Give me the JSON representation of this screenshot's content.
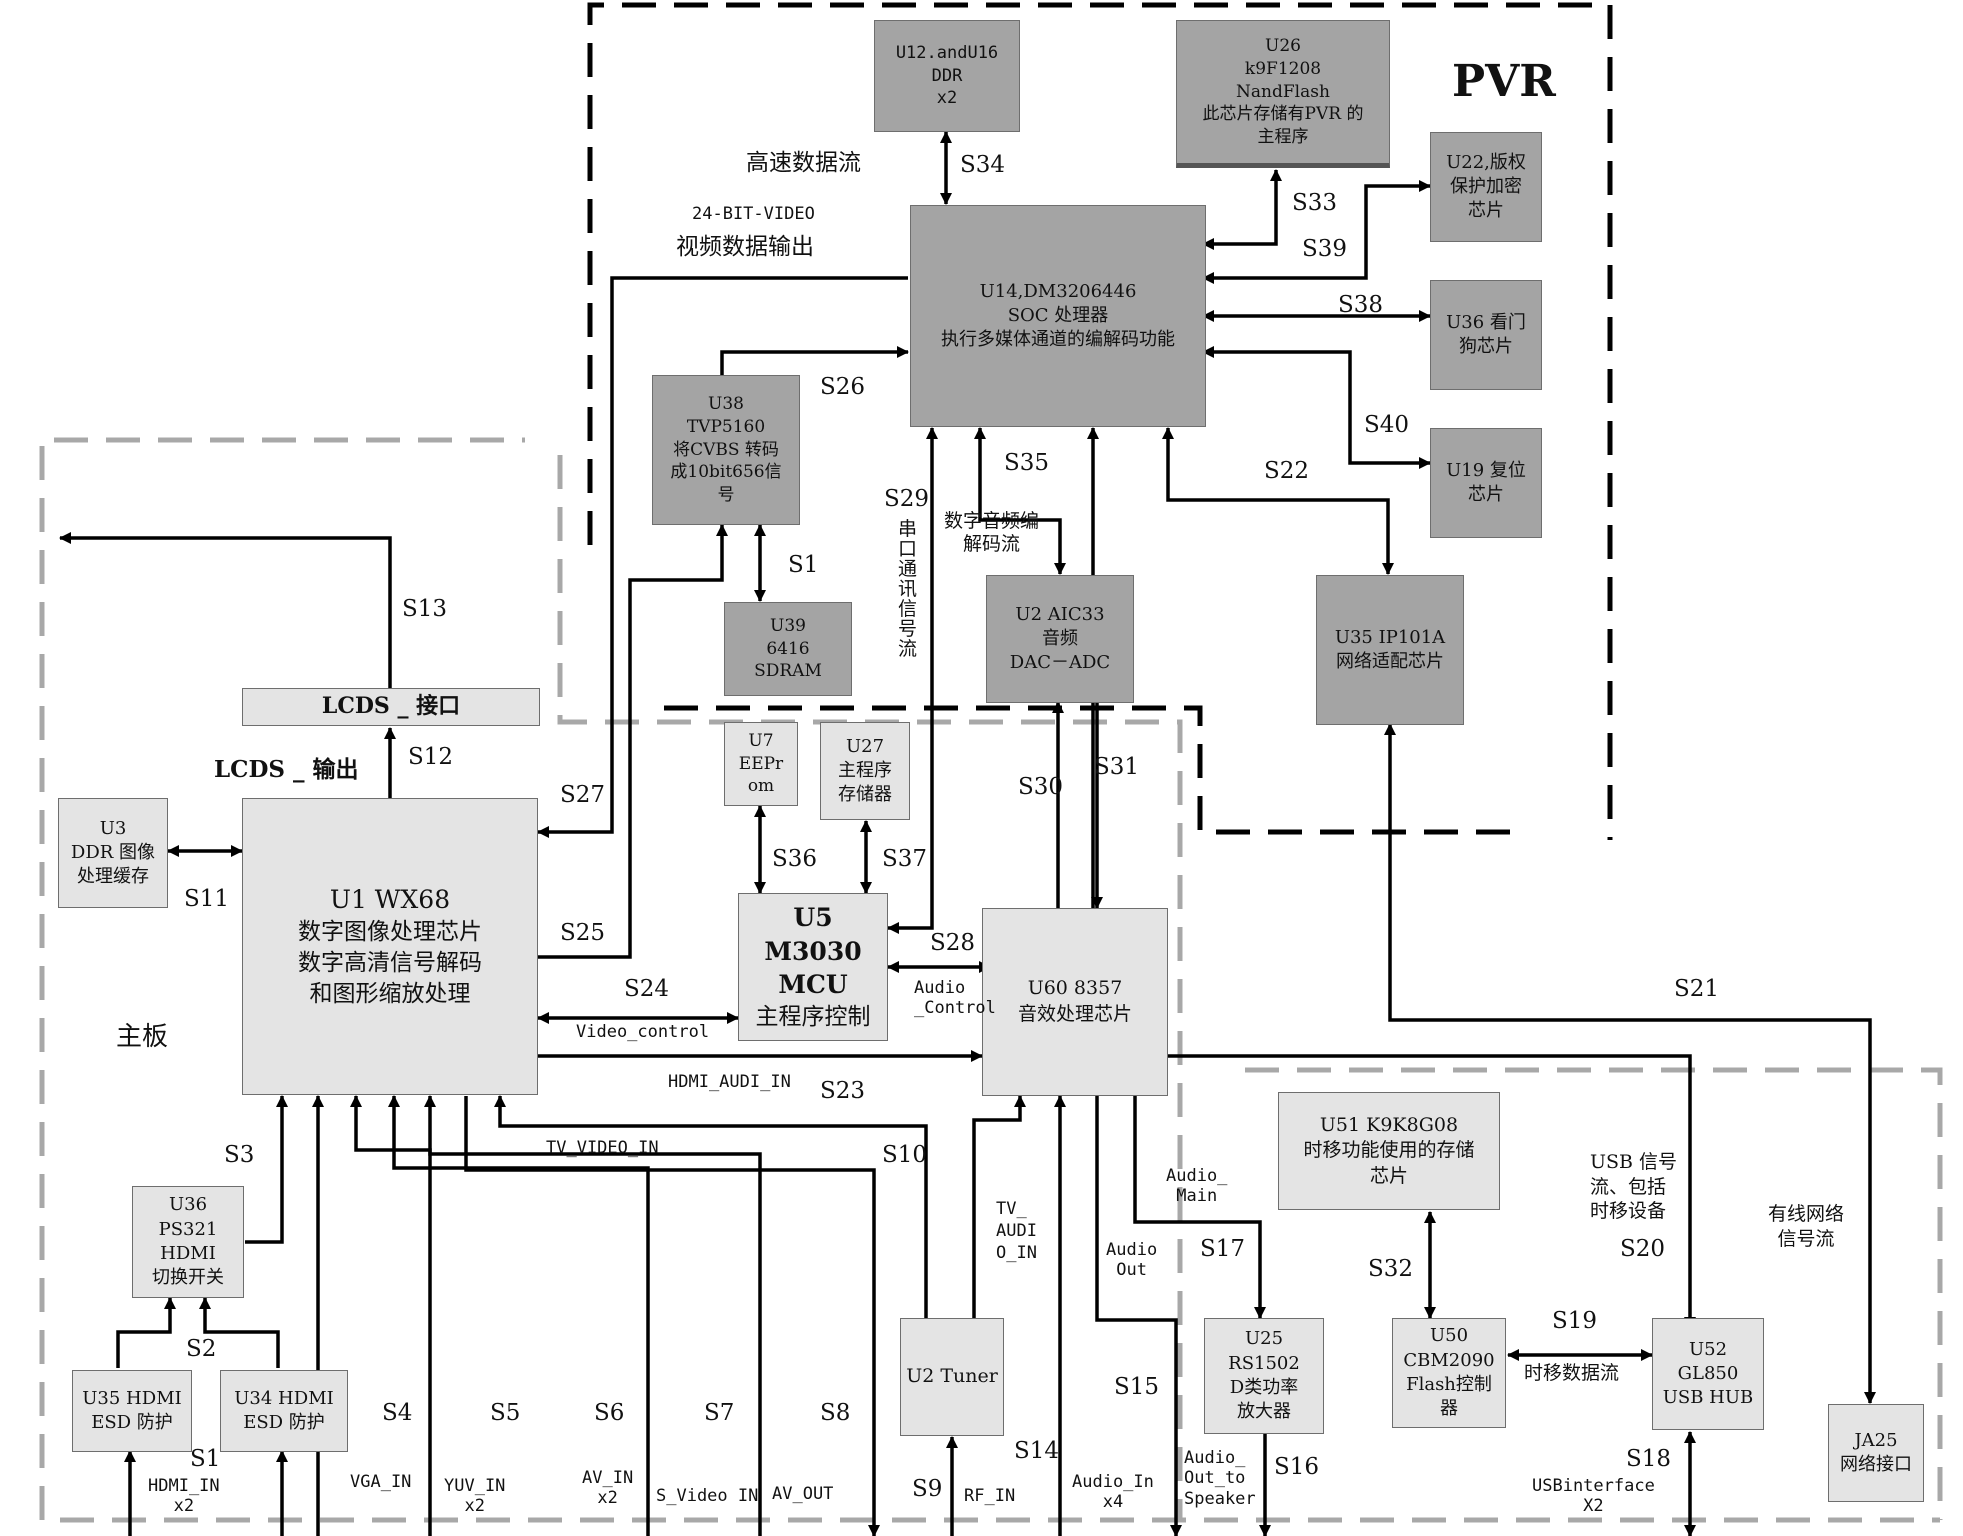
{
  "regions": {
    "pvr": "PVR",
    "mainboard": "主板"
  },
  "blocks": {
    "u12": [
      "U12.andU16",
      "DDR",
      "x2"
    ],
    "u26": [
      "U26",
      "k9F1208",
      "NandFlash",
      "此芯片存储有PVR 的",
      "主程序"
    ],
    "u22": [
      "U22,版权",
      "保护加密",
      "芯片"
    ],
    "u14": [
      "U14,DM3206446",
      "SOC 处理器",
      "执行多媒体通道的编解码功能"
    ],
    "u36w": [
      "U36 看门",
      "狗芯片"
    ],
    "u38": [
      "U38",
      "TVP5160",
      "将CVBS 转码",
      "成10bit656信",
      "号"
    ],
    "u19": [
      "U19 复位",
      "芯片"
    ],
    "u39": [
      "U39",
      "6416",
      "SDRAM"
    ],
    "u2a": [
      "U2 AIC33",
      "音频",
      "DAC－ADC"
    ],
    "u35n": [
      "U35 IP101A",
      "网络适配芯片"
    ],
    "lcds": [
      "LCDS _ 接口"
    ],
    "u7": [
      "U7",
      "EEPr",
      "om"
    ],
    "u27": [
      "U27",
      "主程序",
      "存储器"
    ],
    "u3": [
      "U3",
      "DDR 图像",
      "处理缓存"
    ],
    "u1": [
      "U1 WX68",
      "数字图像处理芯片",
      "数字高清信号解码",
      "和图形缩放处理"
    ],
    "u5": [
      "U5 M3030",
      "MCU",
      "主程序控制"
    ],
    "u60": [
      "U60 8357",
      "音效处理芯片"
    ],
    "u51": [
      "U51 K9K8G08",
      "时移功能使用的存储",
      "芯片"
    ],
    "u36h": [
      "U36",
      "PS321",
      "HDMI",
      "切换开关"
    ],
    "u2t": [
      "U2 Tuner"
    ],
    "u25": [
      "U25",
      "RS1502",
      "D类功率",
      "放大器"
    ],
    "u50": [
      "U50",
      "CBM2090",
      "Flash控制",
      "器"
    ],
    "u52": [
      "U52",
      "GL850",
      "USB HUB"
    ],
    "u35h": [
      "U35 HDMI",
      "ESD 防护"
    ],
    "u34": [
      "U34 HDMI",
      "ESD 防护"
    ],
    "ja25": [
      "JA25",
      "网络接口"
    ]
  },
  "signals": {
    "s1a": "S1",
    "s1b": "S1",
    "s2": "S2",
    "s3": "S3",
    "s4": "S4",
    "s5": "S5",
    "s6": "S6",
    "s7": "S7",
    "s8": "S8",
    "s9": "S9",
    "s10": "S10",
    "s11": "S11",
    "s12": "S12",
    "s13": "S13",
    "s14": "S14",
    "s15": "S15",
    "s16": "S16",
    "s17": "S17",
    "s18": "S18",
    "s19": "S19",
    "s20": "S20",
    "s21": "S21",
    "s22": "S22",
    "s23": "S23",
    "s24": "S24",
    "s25": "S25",
    "s26": "S26",
    "s27": "S27",
    "s28": "S28",
    "s29": "S29",
    "s30": "S30",
    "s31": "S31",
    "s32": "S32",
    "s33": "S33",
    "s34": "S34",
    "s35": "S35",
    "s36": "S36",
    "s37": "S37",
    "s38": "S38",
    "s39": "S39",
    "s40": "S40"
  },
  "annotations": {
    "high_speed": "高速数据流",
    "bit24": "24-BIT-VIDEO",
    "video_out": "视频数据输出",
    "lcds_out": "LCDS _ 输出",
    "serial": [
      "串",
      "口",
      "通",
      "讯",
      "信",
      "号",
      "流"
    ],
    "audio_codec": [
      "数字音频编",
      "解码流"
    ],
    "video_control": "Video_control",
    "audio_control": [
      "Audio",
      "_Control"
    ],
    "hdmi_audi_in": "HDMI_AUDI_IN",
    "tv_video_in": "TV_VIDEO_IN",
    "tv_audio_in": [
      "TV_",
      "AUDI",
      "O_IN"
    ],
    "audio_main": [
      "Audio_",
      "Main"
    ],
    "audio_out": [
      "Audio",
      "Out"
    ],
    "usb_flow": [
      "USB 信号",
      "流、包括",
      "时移设备"
    ],
    "wired_net": [
      "有线网络",
      "信号流"
    ],
    "timeshift": "时移数据流",
    "hdmi_in": [
      "HDMI_IN",
      "x2"
    ],
    "vga_in": "VGA_IN",
    "yuv_in": [
      "YUV_IN",
      "x2"
    ],
    "av_in": [
      "AV_IN",
      "x2"
    ],
    "s_video_in": "S_Video IN",
    "av_out": "AV_OUT",
    "rf_in": "RF_IN",
    "audio_in": [
      "Audio_In",
      "x4"
    ],
    "audio_speaker": [
      "Audio_",
      "Out_to",
      "Speaker"
    ],
    "usb_iface": [
      "USBinterface",
      "X2"
    ]
  }
}
